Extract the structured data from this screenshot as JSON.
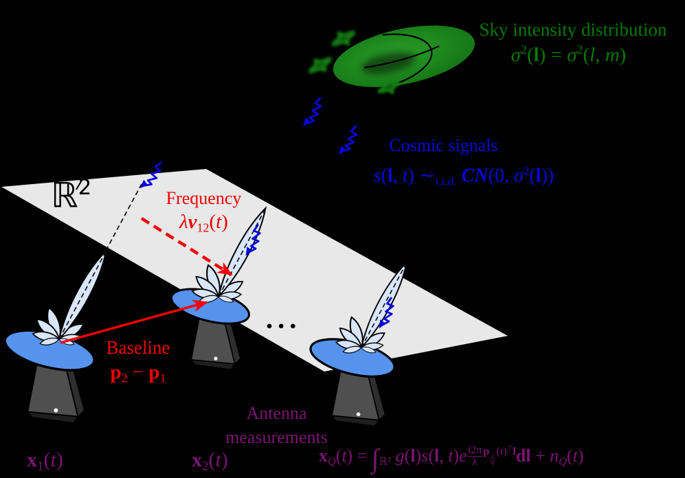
{
  "colors": {
    "background": "#000000",
    "green": "#007A00",
    "blue": "#0707DE",
    "red": "#F40000",
    "purple": "#7B1474",
    "plane_gray": "#E8E8E8",
    "dish_blue": "#5593EF",
    "beam_blue": "#D9E6F9",
    "pedestal_gray": "#4F4F4F",
    "galaxy_green": "#1D861D"
  },
  "icons": {
    "cosmic_wave": "blue-zigzag-arrow",
    "antenna": "dish-with-beam-lobes",
    "galaxy": "green-elliptical-galaxy"
  },
  "sky": {
    "title": "Sky intensity distribution",
    "formula": [
      {
        "c": "it",
        "t": "σ"
      },
      {
        "c": "sup",
        "ts": [
          {
            "t": "2"
          }
        ]
      },
      {
        "t": "("
      },
      {
        "c": "bf",
        "t": "l"
      },
      {
        "t": ") = "
      },
      {
        "c": "it",
        "t": "σ"
      },
      {
        "c": "sup",
        "ts": [
          {
            "t": "2"
          }
        ]
      },
      {
        "t": "("
      },
      {
        "c": "it",
        "t": "l"
      },
      {
        "t": ", "
      },
      {
        "c": "it",
        "t": "m"
      },
      {
        "t": ")"
      }
    ]
  },
  "cosmic": {
    "title": "Cosmic signals",
    "formula": [
      {
        "c": "it",
        "t": "s"
      },
      {
        "t": "("
      },
      {
        "c": "bf",
        "t": "l"
      },
      {
        "t": ", "
      },
      {
        "c": "it",
        "t": "t"
      },
      {
        "t": ") ∼"
      },
      {
        "c": "sub",
        "ts": [
          {
            "t": "i.i.d."
          }
        ]
      },
      {
        "t": " "
      },
      {
        "c": "cal",
        "t": "CN"
      },
      {
        "t": "(0, "
      },
      {
        "c": "it",
        "t": "σ"
      },
      {
        "c": "sup",
        "ts": [
          {
            "t": "2"
          }
        ]
      },
      {
        "t": "("
      },
      {
        "c": "bf",
        "t": "l"
      },
      {
        "t": "))"
      }
    ]
  },
  "plane": {
    "label": [
      {
        "t": "ℝ"
      },
      {
        "c": "sup",
        "ts": [
          {
            "t": "2"
          }
        ]
      }
    ]
  },
  "frequency": {
    "title": "Frequency",
    "formula": [
      {
        "c": "it",
        "t": "λ"
      },
      {
        "c": "bi",
        "t": "ν"
      },
      {
        "c": "sub",
        "ts": [
          {
            "t": "12"
          }
        ]
      },
      {
        "t": "("
      },
      {
        "c": "it",
        "t": "t"
      },
      {
        "t": ")"
      }
    ]
  },
  "baseline": {
    "title": "Baseline",
    "formula": [
      {
        "c": "bf",
        "t": "p"
      },
      {
        "c": "sub",
        "ts": [
          {
            "t": "2"
          }
        ]
      },
      {
        "t": " − "
      },
      {
        "c": "bf",
        "t": "p"
      },
      {
        "c": "sub",
        "ts": [
          {
            "t": "1"
          }
        ]
      }
    ]
  },
  "antenna_measurements": {
    "line1": "Antenna",
    "line2": "measurements"
  },
  "signals": {
    "dots": "•••",
    "x1": [
      {
        "c": "bf",
        "t": "x"
      },
      {
        "c": "sub",
        "ts": [
          {
            "t": "1"
          }
        ]
      },
      {
        "t": "("
      },
      {
        "c": "it",
        "t": "t"
      },
      {
        "t": ")"
      }
    ],
    "x2": [
      {
        "c": "bf",
        "t": "x"
      },
      {
        "c": "sub",
        "ts": [
          {
            "t": "2"
          }
        ]
      },
      {
        "t": "("
      },
      {
        "c": "it",
        "t": "t"
      },
      {
        "t": ")"
      }
    ],
    "xq": [
      {
        "c": "bf",
        "t": "x"
      },
      {
        "c": "sub",
        "ts": [
          {
            "c": "it",
            "t": "Q"
          }
        ]
      },
      {
        "t": "("
      },
      {
        "c": "it",
        "t": "t"
      },
      {
        "t": ") = "
      },
      {
        "c": "int",
        "t": "∫"
      },
      {
        "c": "sub",
        "ts": [
          {
            "t": "ℝ²"
          }
        ]
      },
      {
        "t": " "
      },
      {
        "c": "it",
        "t": "g"
      },
      {
        "t": "("
      },
      {
        "c": "bf",
        "t": "l"
      },
      {
        "t": ")"
      },
      {
        "c": "it",
        "t": "s"
      },
      {
        "t": "("
      },
      {
        "c": "bf",
        "t": "l"
      },
      {
        "t": ", "
      },
      {
        "c": "it",
        "t": "t"
      },
      {
        "t": ")"
      },
      {
        "c": "it",
        "t": "e"
      },
      {
        "c": "sup",
        "ts": [
          {
            "frac": [
              "i2π",
              "λ"
            ]
          },
          {
            "c": "bf",
            "t": "p"
          },
          {
            "sup": "⊥",
            "sub": "Q"
          },
          {
            "t": "("
          },
          {
            "c": "it",
            "t": "t"
          },
          {
            "t": ")"
          },
          {
            "c": "sup",
            "ts": [
              {
                "t": "⊤"
              }
            ]
          },
          {
            "c": "bf",
            "t": "l"
          }
        ]
      },
      {
        "c": "bf",
        "t": "dl"
      },
      {
        "t": " + "
      },
      {
        "c": "it",
        "t": "n"
      },
      {
        "c": "sub",
        "ts": [
          {
            "c": "it",
            "t": "Q"
          }
        ]
      },
      {
        "t": "("
      },
      {
        "c": "it",
        "t": "t"
      },
      {
        "t": ")"
      }
    ]
  }
}
